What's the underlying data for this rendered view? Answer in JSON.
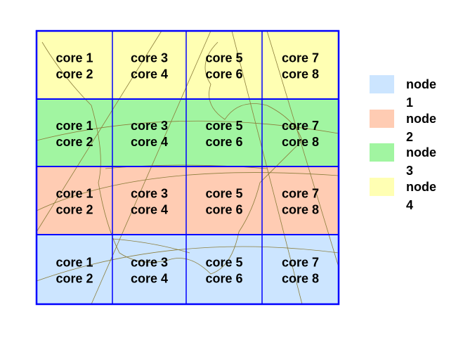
{
  "grid": {
    "rows": [
      {
        "node": "node 4",
        "color": "#FFFFB3"
      },
      {
        "node": "node 3",
        "color": "#A1F5A1"
      },
      {
        "node": "node 2",
        "color": "#FFCCB3"
      },
      {
        "node": "node 1",
        "color": "#CCE5FF"
      }
    ],
    "columns": [
      [
        "core 1",
        "core 2"
      ],
      [
        "core 3",
        "core 4"
      ],
      [
        "core 5",
        "core 6"
      ],
      [
        "core 7",
        "core 8"
      ]
    ],
    "grid_color": "#0000FF",
    "map_line_color": "#8B7D3A"
  },
  "legend": [
    {
      "label": "node 1",
      "color": "#CCE5FF"
    },
    {
      "label": "node 2",
      "color": "#FFCCB3"
    },
    {
      "label": "node 3",
      "color": "#A1F5A1"
    },
    {
      "label": "node 4",
      "color": "#FFFFB3"
    }
  ]
}
